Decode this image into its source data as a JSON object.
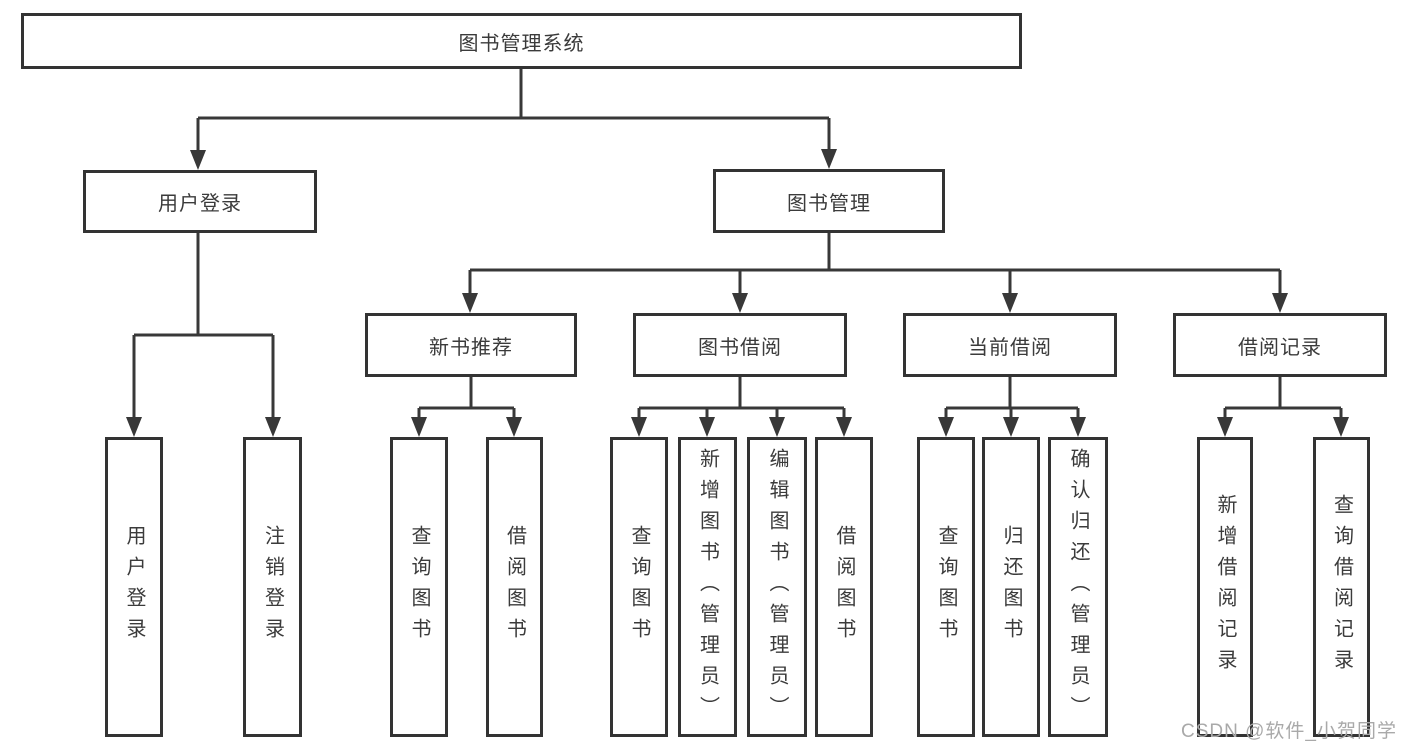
{
  "diagram": {
    "root": {
      "label": "图书管理系统"
    },
    "level2": [
      {
        "id": "user-login",
        "label": "用户登录"
      },
      {
        "id": "book-management",
        "label": "图书管理"
      }
    ],
    "level3": [
      {
        "id": "new-book-recommendation",
        "label": "新书推荐",
        "parent": "图书管理"
      },
      {
        "id": "book-borrowing",
        "label": "图书借阅",
        "parent": "图书管理"
      },
      {
        "id": "current-borrowing",
        "label": "当前借阅",
        "parent": "图书管理"
      },
      {
        "id": "borrowing-records",
        "label": "借阅记录",
        "parent": "图书管理"
      }
    ],
    "leaves": [
      {
        "id": "user-login-leaf",
        "label": "用户登录",
        "parent": "用户登录"
      },
      {
        "id": "logout",
        "label": "注销登录",
        "parent": "用户登录"
      },
      {
        "id": "query-books-recommend",
        "label": "查询图书",
        "parent": "新书推荐"
      },
      {
        "id": "borrow-books-recommend",
        "label": "借阅图书",
        "parent": "新书推荐"
      },
      {
        "id": "query-books-borrow",
        "label": "查询图书",
        "parent": "图书借阅"
      },
      {
        "id": "add-books-admin",
        "label": "新增图书（管理员）",
        "parent": "图书借阅"
      },
      {
        "id": "edit-books-admin",
        "label": "编辑图书（管理员）",
        "parent": "图书借阅"
      },
      {
        "id": "borrow-books",
        "label": "借阅图书",
        "parent": "图书借阅"
      },
      {
        "id": "query-books-current",
        "label": "查询图书",
        "parent": "当前借阅"
      },
      {
        "id": "return-books",
        "label": "归还图书",
        "parent": "当前借阅"
      },
      {
        "id": "confirm-return-admin",
        "label": "确认归还（管理员）",
        "parent": "当前借阅"
      },
      {
        "id": "add-borrow-record",
        "label": "新增借阅记录",
        "parent": "借阅记录"
      },
      {
        "id": "query-borrow-record",
        "label": "查询借阅记录",
        "parent": "借阅记录"
      }
    ]
  },
  "watermark": "CSDN @软件_小贺同学",
  "colors": {
    "line": "#383838",
    "border": "#333333",
    "text": "#3b3b3b",
    "background": "#ffffff",
    "watermark": "#a9a9a9"
  }
}
